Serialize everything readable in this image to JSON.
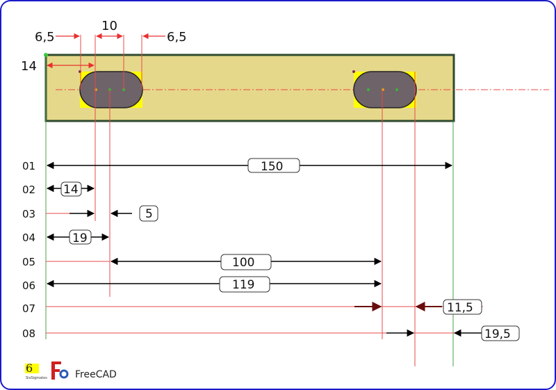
{
  "colors": {
    "frame": "#1a1acc",
    "part_fill": "#e6d88a",
    "part_stroke": "#2f4a2f",
    "slot_fill": "#6e6368",
    "ref_green": "#4aa04a",
    "ref_red": "#e84848",
    "arrow": "#000000",
    "arrow_dark": "#6b0d0d",
    "marker_yellow": "#ffff00"
  },
  "top_dims": {
    "left_gap": "6,5",
    "slot_width": "10",
    "right_gap": "6,5",
    "slot_center": "14"
  },
  "rows": [
    {
      "id": "01",
      "value": "150"
    },
    {
      "id": "02",
      "value": "14"
    },
    {
      "id": "03",
      "value": "5"
    },
    {
      "id": "04",
      "value": "19"
    },
    {
      "id": "05",
      "value": "100"
    },
    {
      "id": "06",
      "value": "119"
    },
    {
      "id": "07",
      "value": "11,5"
    },
    {
      "id": "08",
      "value": "19,5"
    }
  ],
  "footer": {
    "logo_digit": "6",
    "logo_caption": "SixSigmatos",
    "brand": "FreeCAD"
  }
}
